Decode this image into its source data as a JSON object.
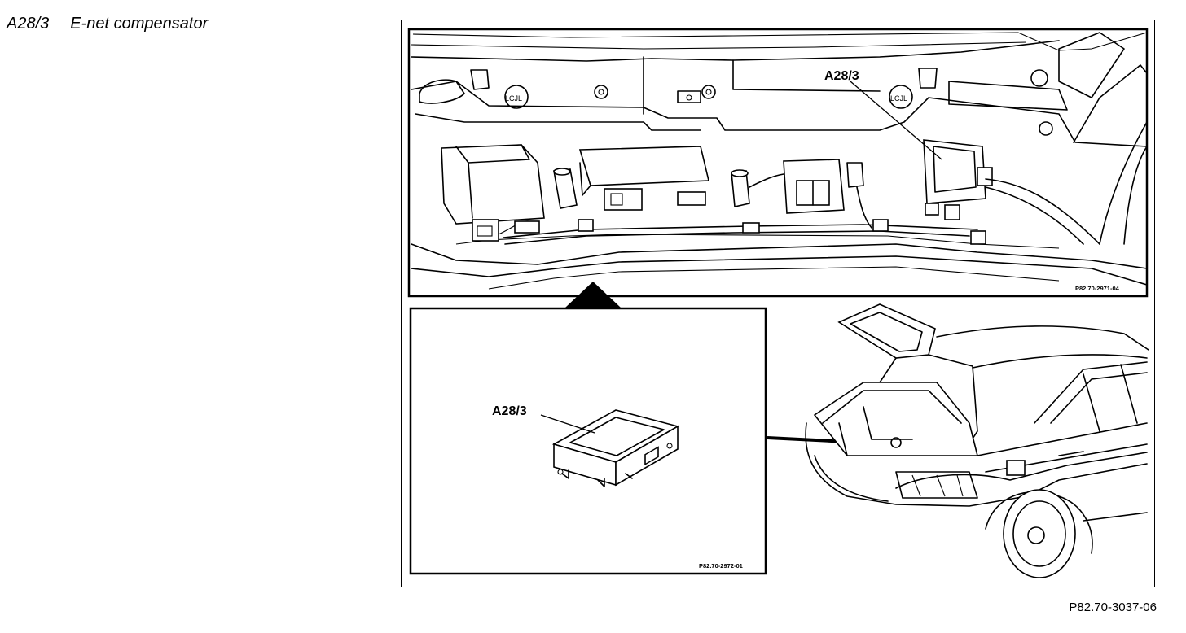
{
  "caption": {
    "code": "A28/3",
    "title": "E-net compensator"
  },
  "top_view": {
    "callout": "A28/3",
    "figure_code": "P82.70-2971-04"
  },
  "detail_view": {
    "callout": "A28/3",
    "figure_code": "P82.70-2972-01"
  },
  "figure_code": "P82.70-3037-06"
}
